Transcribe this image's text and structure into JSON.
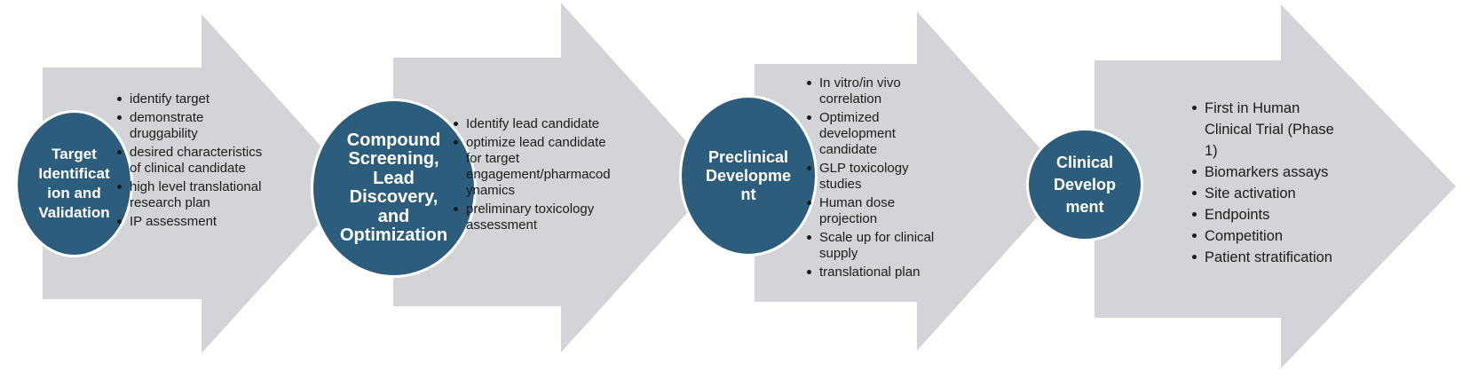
{
  "diagram": {
    "kind": "process-flow",
    "direction": "left-to-right",
    "colors": {
      "arrow_fill": "#d2d4d7",
      "circle_fill": "#2d5d7c",
      "circle_border": "#ffffff",
      "circle_text": "#ffffff",
      "bullet_text": "#1b1b1b",
      "background": "#ffffff"
    },
    "stages": [
      {
        "title": "Target Identification and Validation",
        "title_display": "Target\nIdentificat\nion and\nValidation",
        "bullets": [
          "identify target",
          "demonstrate druggability",
          "desired characteristics of clinical candidate",
          "high level translational research plan",
          "IP assessment"
        ]
      },
      {
        "title": "Compound Screening, Lead Discovery, and Optimization",
        "title_display": "Compound\nScreening,\nLead\nDiscovery,\nand\nOptimization",
        "bullets": [
          "Identify lead candidate",
          "optimize lead candidate for target engagement/pharmacodynamics",
          "preliminary toxicology assessment"
        ]
      },
      {
        "title": "Preclinical Development",
        "title_display": "Preclinical\nDevelopme\nnt",
        "bullets": [
          "In vitro/in vivo correlation",
          "Optimized development candidate",
          "GLP toxicology studies",
          "Human dose projection",
          "Scale up for clinical supply",
          "translational plan"
        ]
      },
      {
        "title": "Clinical Development",
        "title_display": "Clinical\nDevelop\nment",
        "bullets": [
          "First in Human Clinical Trial (Phase 1)",
          "Biomarkers assays",
          "Site activation",
          "Endpoints",
          "Competition",
          "Patient stratification"
        ]
      }
    ]
  }
}
